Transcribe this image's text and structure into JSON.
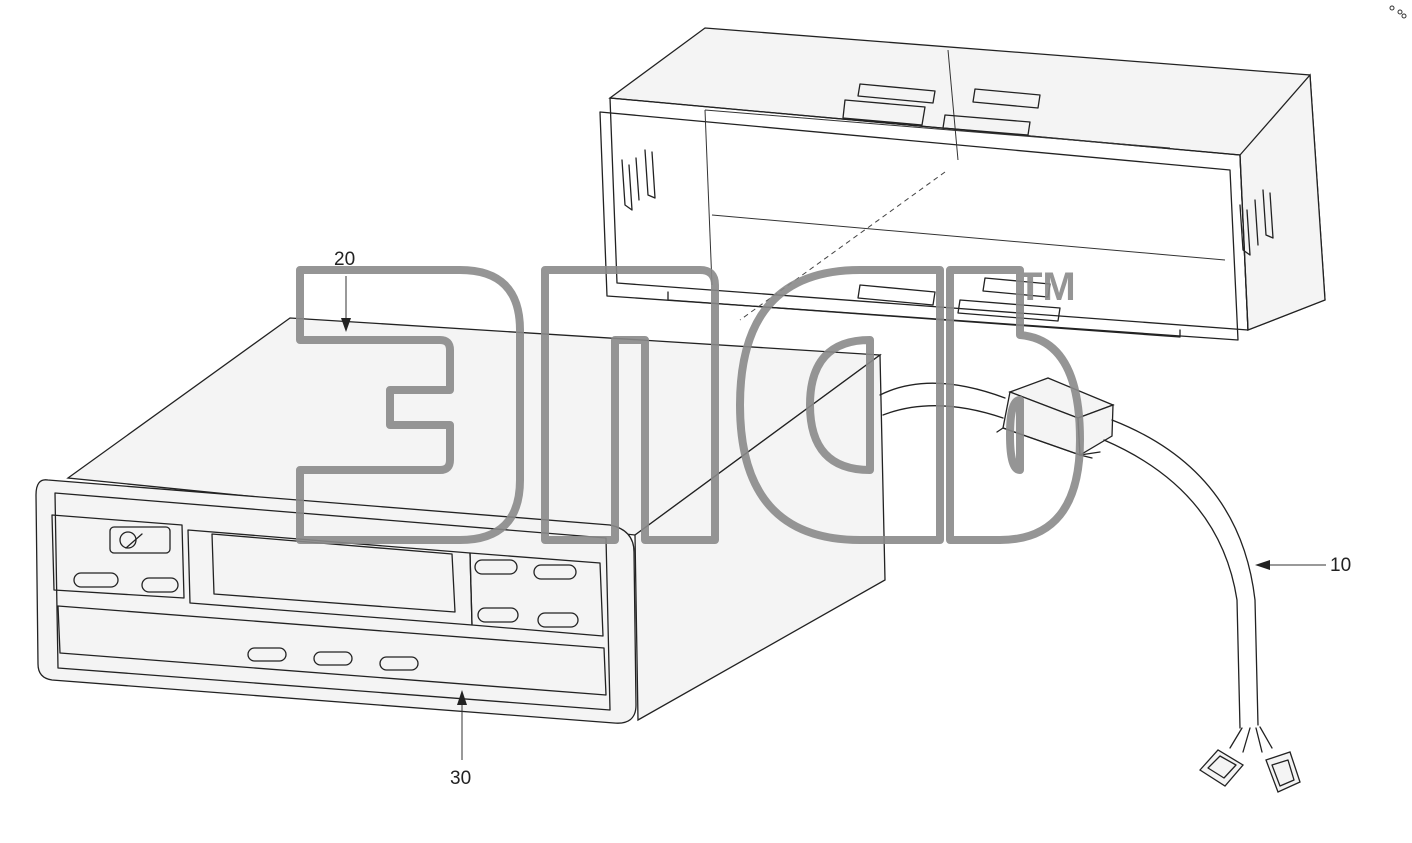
{
  "callouts": [
    {
      "id": "cable",
      "label": "10"
    },
    {
      "id": "cover",
      "label": "20"
    },
    {
      "id": "front",
      "label": "30"
    }
  ],
  "watermark": {
    "trademark": "TM"
  },
  "colors": {
    "line": "#222222",
    "watermark": "#8a8a8a",
    "background": "#ffffff"
  }
}
